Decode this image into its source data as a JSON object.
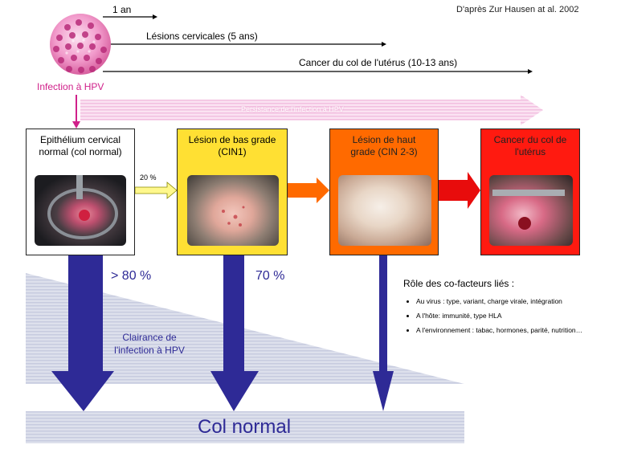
{
  "source": "D'après Zur Hausen at al. 2002",
  "timeline": {
    "one_year": "1 an",
    "lesions": "Lésions cervicales (5 ans)",
    "cancer": "Cancer du col de l'utérus (10-13 ans)"
  },
  "infection_label": "Infection à HPV",
  "persistence_label": "Persistance de l'infection à HPV",
  "stages": [
    {
      "title_line1": "Epithélium cervical",
      "title_line2": "normal (col normal)",
      "color": "#ffffff"
    },
    {
      "title_line1": "Lésion de bas grade",
      "title_line2": "(CIN1)",
      "color": "#ffe033"
    },
    {
      "title_line1": "Lésion de haut",
      "title_line2": "grade (CIN 2-3)",
      "color": "#ff6a00"
    },
    {
      "title_line1": "Cancer du col de",
      "title_line2": "l'utérus",
      "color": "#ff1a10"
    }
  ],
  "progression_percent": "20 %",
  "clearance_percent_1": "> 80 %",
  "clearance_percent_2": "70 %",
  "clearance_label_line1": "Clairance de",
  "clearance_label_line2": "l'infection à HPV",
  "normal_cervix_label": "Col normal",
  "cofactors": {
    "title": "Rôle des co-facteurs liés :",
    "items": [
      "Au virus : type, variant, charge virale, intégration",
      "A l'hôte: immunité, type HLA",
      "A l'environnement : tabac, hormones, parité, nutrition…"
    ]
  },
  "colors": {
    "magenta": "#d0208a",
    "navy": "#2e2a96",
    "pink_band": "#f6c9e6",
    "shaded_gray": "#cfd3e3"
  }
}
